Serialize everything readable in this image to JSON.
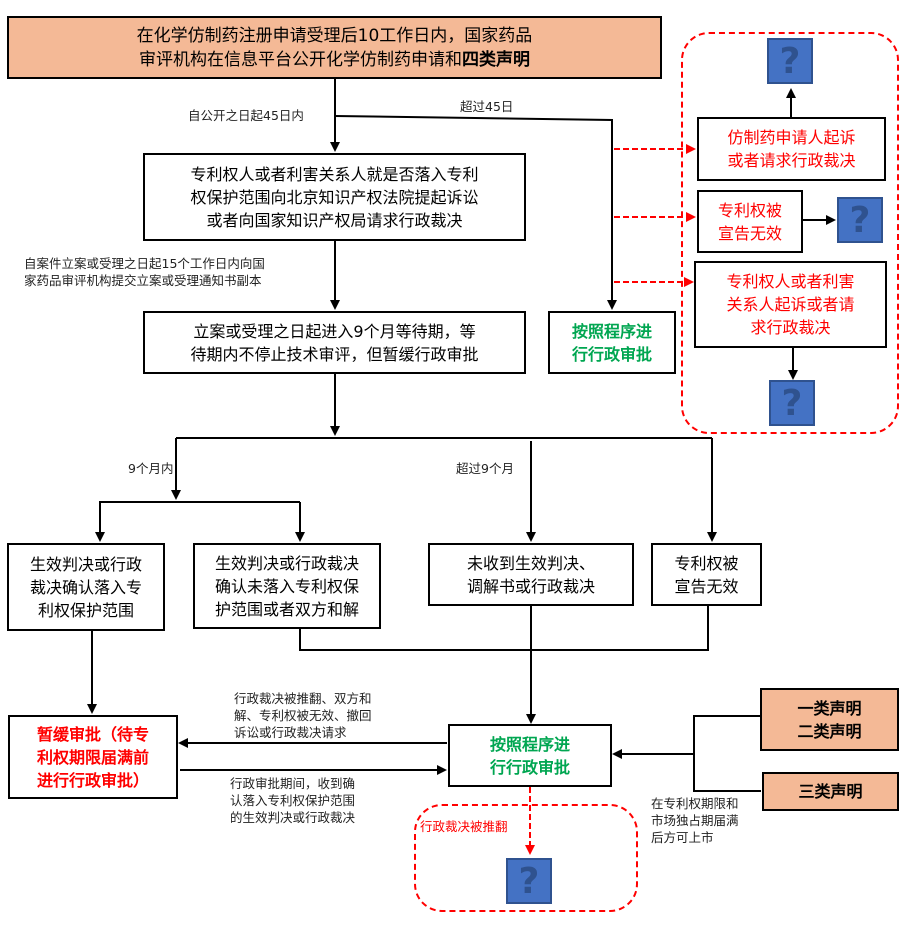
{
  "colors": {
    "peach": "#f4b996",
    "red": "#ff0000",
    "green": "#00a651",
    "question_blue": "#4472c4"
  },
  "top": {
    "line1": "在化学仿制药注册申请受理后10工作日内，国家药品",
    "line2_prefix": "审评机构在信息平台公开化学仿制药申请和",
    "line2_bold": "四类声明"
  },
  "labels": {
    "within45": "自公开之日起45日内",
    "over45": "超过45日",
    "submit_copy": "自案件立案或受理之日起15个工作日内向国\n家药品审评机构提交立案或受理通知书副本",
    "within9": "9个月内",
    "over9": "超过9个月",
    "back_arrow": "行政裁决被推翻、双方和\n解、专利权被无效、撤回\n诉讼或行政裁决请求",
    "fwd_arrow": "行政审批期间，收到确\n认落入专利权保护范围\n的生效判决或行政裁决",
    "overturned": "行政裁决被推翻",
    "market_note": "在专利权期限和\n市场独占期届满\n后方可上市"
  },
  "boxes": {
    "lawsuit": [
      "专利权人或者利害关系人就是否落入专利",
      "权保护范围向北京知识产权法院提起诉讼",
      "或者向国家知识产权局请求行政裁决"
    ],
    "waiting": [
      "立案或受理之日起进入9个月等待期，等",
      "待期内不停止技术审评，但暂缓行政审批"
    ],
    "proceed_top": [
      "按照程序进",
      "行行政审批"
    ],
    "generic_sue": [
      "仿制药申请人起诉",
      "或者请求行政裁决"
    ],
    "patent_invalid_red": [
      "专利权被",
      "宣告无效"
    ],
    "patentee_sue": [
      "专利权人或者利害",
      "关系人起诉或者请",
      "求行政裁决"
    ],
    "confirm_in": [
      "生效判决或行政",
      "裁决确认落入专",
      "利权保护范围"
    ],
    "confirm_out": [
      "生效判决或行政裁决",
      "确认未落入专利权保",
      "护范围或者双方和解"
    ],
    "no_judgment": [
      "未收到生效判决、",
      "调解书或行政裁决"
    ],
    "patent_invalid": [
      "专利权被",
      "宣告无效"
    ],
    "suspend": [
      "暂缓审批（待专",
      "利权期限届满前",
      "进行行政审批）"
    ],
    "proceed_bottom": [
      "按照程序进",
      "行行政审批"
    ],
    "decl12": [
      "一类声明",
      "二类声明"
    ],
    "decl3": [
      "三类声明"
    ]
  },
  "unknown_marker": "?"
}
